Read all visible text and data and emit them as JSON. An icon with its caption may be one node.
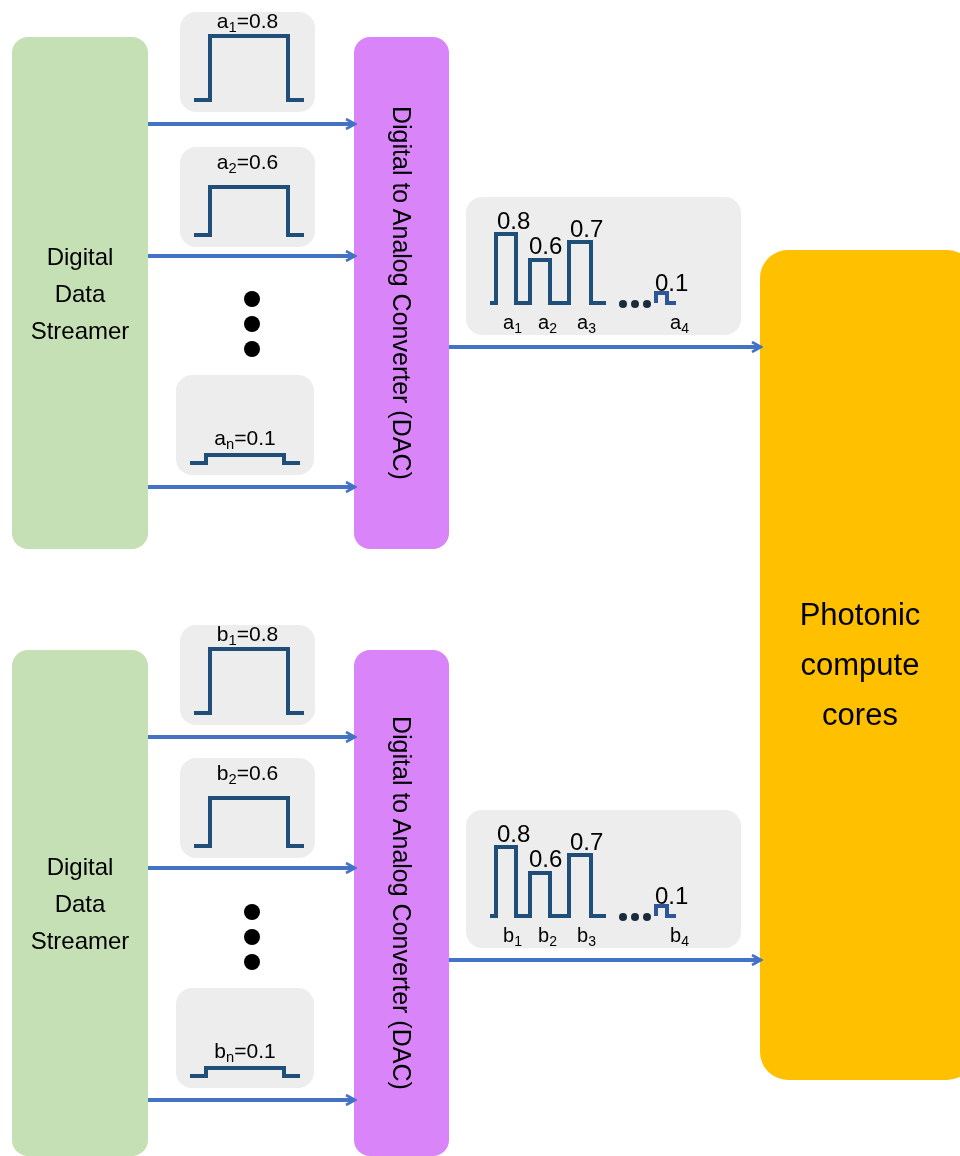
{
  "diagram": {
    "nodes": [
      {
        "text": [
          "Digital Data Streamer"
        ]
      },
      {
        "text": [
          "a$_{1}$=0.8"
        ]
      },
      {
        "text": [
          "a$_{2}$=0.6"
        ]
      },
      {
        "text": [
          "a$_{n}$=0.1"
        ]
      },
      {
        "text": [
          "Digital to Analog Converter (DAC)"
        ]
      },
      {
        "text": [
          "0.8",
          "0.6",
          "0.7",
          "0.1",
          "a$_{1}$",
          "a$_{2}$",
          "a$_{3}$",
          "a$_{4}$"
        ]
      },
      {
        "text": [
          "Photonic compute cores"
        ]
      },
      {
        "text": [
          "Digital Data Streamer"
        ]
      },
      {
        "text": [
          "b$_{1}$=0.8"
        ]
      },
      {
        "text": [
          "b$_{2}$=0.6"
        ]
      },
      {
        "text": [
          "b$_{n}$=0.1"
        ]
      },
      {
        "text": [
          "Digital to Analog Converter (DAC)"
        ]
      },
      {
        "text": [
          "0.8",
          "0.6",
          "0.7",
          "0.1",
          "b$_{1}$",
          "b$_{2}$",
          "b$_{3}$",
          "b$_{4}$"
        ]
      }
    ],
    "edges": [
      {
        "from": 0,
        "to": 4,
        "arrow": "to"
      },
      {
        "from": 0,
        "to": 4,
        "arrow": "to"
      },
      {
        "from": 0,
        "to": 4,
        "arrow": "to"
      },
      {
        "from": 4,
        "to": 6,
        "arrow": "to"
      },
      {
        "from": 7,
        "to": 11,
        "arrow": "to"
      },
      {
        "from": 7,
        "to": 11,
        "arrow": "to"
      },
      {
        "from": 7,
        "to": 11,
        "arrow": "to"
      },
      {
        "from": 11,
        "to": 6,
        "arrow": "to"
      }
    ]
  }
}
